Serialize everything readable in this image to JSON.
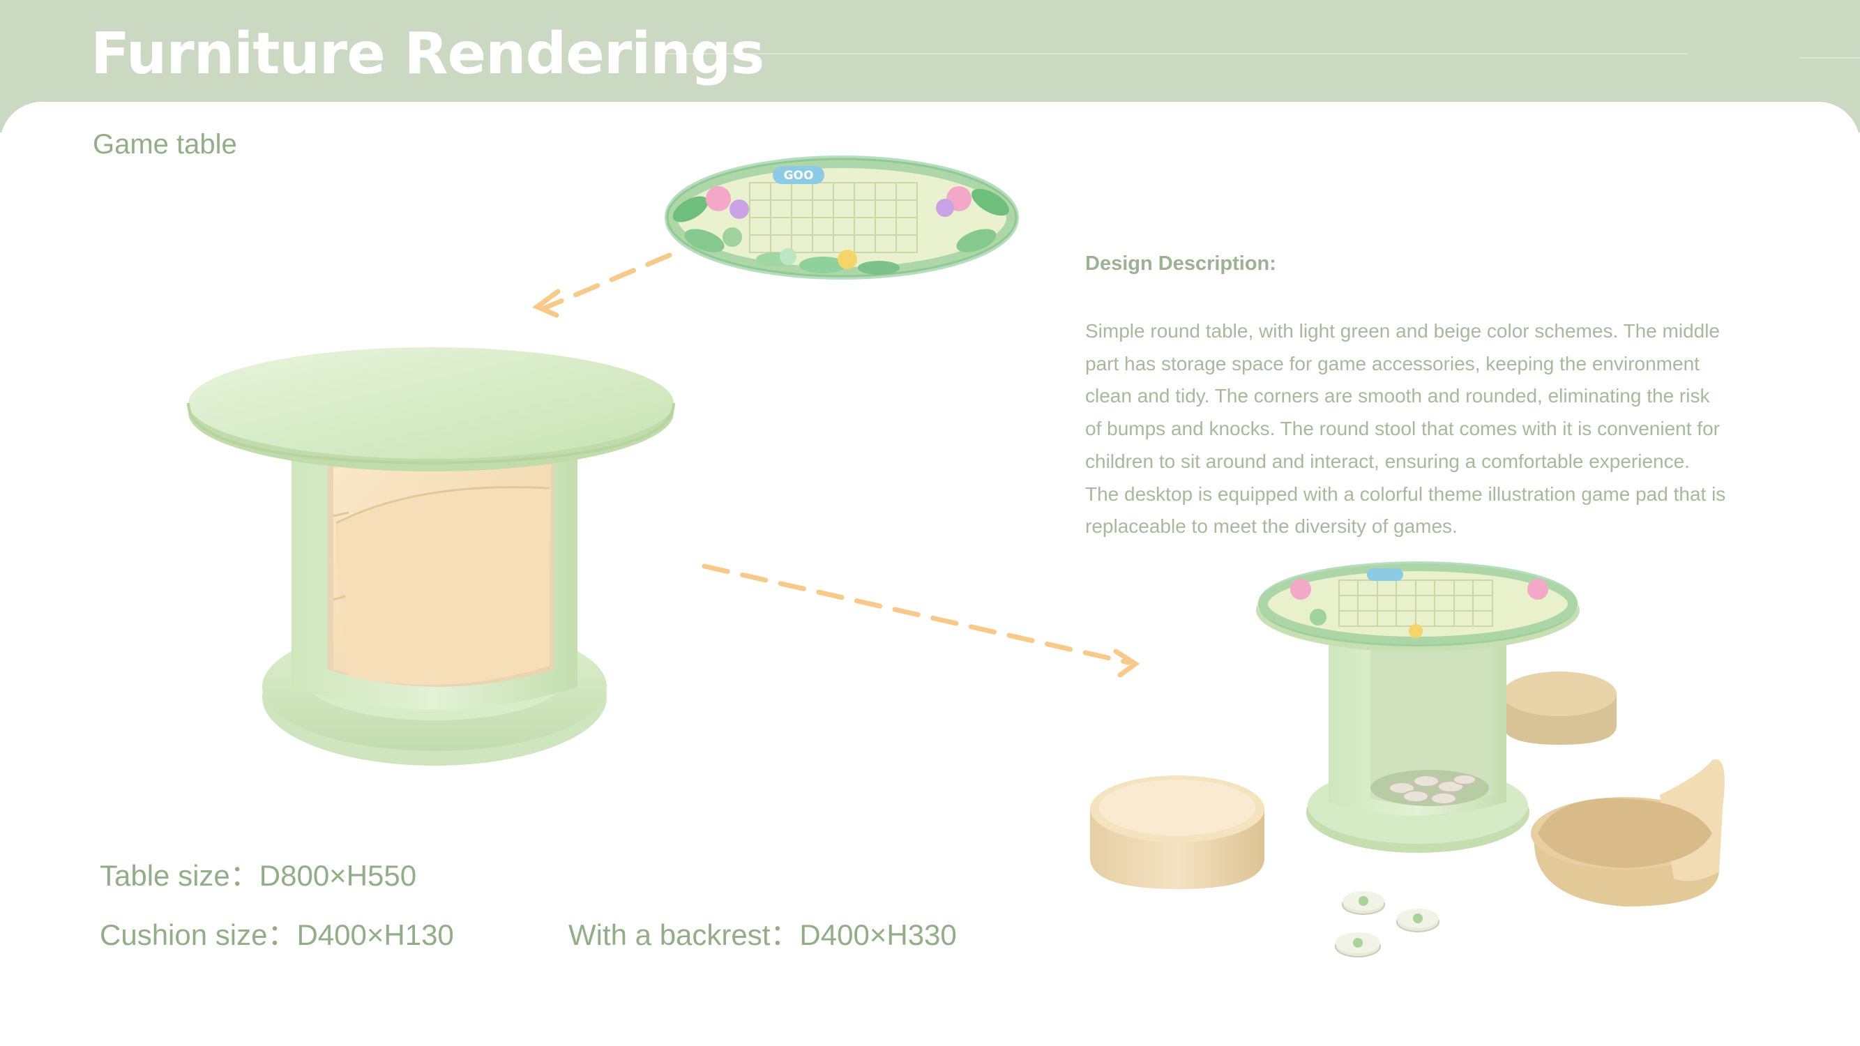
{
  "header": {
    "title": "Furniture Renderings"
  },
  "section": {
    "subtitle": "Game table"
  },
  "description": {
    "heading": "Design Description:",
    "body": "Simple round table, with light green and beige color schemes. The middle part has storage space for game accessories, keeping the environment clean and tidy. The corners are smooth and rounded, eliminating the risk of bumps and knocks. The round stool that comes with it is convenient for children to sit around and interact, ensuring a comfortable experience. The desktop is equipped with a colorful theme illustration game pad that is replaceable to meet the diversity of games."
  },
  "specs": {
    "table_size": "Table size：D800×H550",
    "cushion_size": "Cushion size：D400×H130",
    "backrest_size": "With a backrest：D400×H330"
  },
  "game_pad": {
    "badge_text": "GOO"
  },
  "colors": {
    "header_green": "#cbd8c2",
    "text_green": "#93ad88",
    "table_green": "#d5eac6",
    "cushion_beige": "#f6dfb8",
    "arrow_orange": "#f7c98a"
  }
}
